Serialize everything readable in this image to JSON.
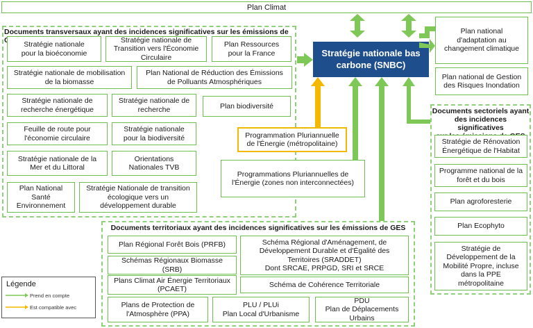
{
  "top": {
    "plan_climat": "Plan Climat"
  },
  "snbc": {
    "label": "Stratégie nationale bas\ncarbone (SNBC)"
  },
  "transverse": {
    "title": "Documents transversaux ayant des incidences significatives sur les émissions de GES",
    "items": [
      "Stratégie nationale\npour la bioéconomie",
      "Stratégie nationale de\nTransition vers l'Économie\nCirculaire",
      "Plan Ressources\npour la France",
      "Stratégie nationale de mobilisation\nde la biomasse",
      "Plan National de Réduction des Émissions\nde Polluants Atmosphériques",
      "Stratégie nationale de\nrecherche énergétique",
      "Stratégie nationale de\nrecherche",
      "Plan biodiversité",
      "Feuille de route pour\nl'économie circulaire",
      "Stratégie nationale\npour la biodiversité",
      "Stratégie nationale de la\nMer et du Littoral",
      "Orientations\nNationales TVB",
      "Plan National\nSanté\nEnvironnement",
      "Stratégie Nationale de transition\nécologique vers un\ndéveloppement durable"
    ]
  },
  "ppe": {
    "metro": "Programmation Pluriannuelle\nde l'Énergie (métropolitaine)",
    "zni": "Programmations Pluriannuelles de\nl'Énergie (zones non interconnectées)"
  },
  "right_top": {
    "adaptation": "Plan national\nd'adaptation au\nchangement climatique",
    "inondation": "Plan national de Gestion\ndes Risques Inondation"
  },
  "sectoriel": {
    "title": "Documents sectoriels ayant\ndes incidences significatives\nsur les émissions de GES",
    "items": [
      "Stratégie de Rénovation\nÉnergétique de l'Habitat",
      "Programme national de la\nforêt et du bois",
      "Plan agroforesterie",
      "Plan Ecophyto",
      "Stratégie de\nDéveloppement de la\nMobilité Propre, incluse\ndans la PPE\nmétropolitaine"
    ]
  },
  "territorial": {
    "title": "Documents territoriaux ayant des incidences significatives sur les émissions de GES",
    "items": [
      "Plan Régional Forêt Bois (PRFB)",
      "Schéma Régional d'Aménagement, de\nDéveloppement Durable et d'Égalité des\nTerritoires (SRADDET)\nDont SRCAE, PRPGD, SRI et SRCE",
      "Schémas Régionaux Biomasse (SRB)",
      "Plans Climat Air Énergie Territoriaux\n(PCAET)",
      "Schéma de Cohérence Territoriale",
      "Plans de Protection de\nl'Atmosphère (PPA)",
      "PLU / PLUi\nPlan Local d'Urbanisme",
      "PDU\nPlan de Déplacements\nUrbains"
    ]
  },
  "legend": {
    "title": "Légende",
    "prend_en_compte": "Prend en compte",
    "compatible": "Est compatible avec"
  },
  "colors": {
    "green_arrow": "#7dc857",
    "yellow_arrow": "#f5b800",
    "box_border": "#6cbf4c",
    "group_border": "#8fd17a",
    "snbc_fill": "#1f4e8c"
  }
}
